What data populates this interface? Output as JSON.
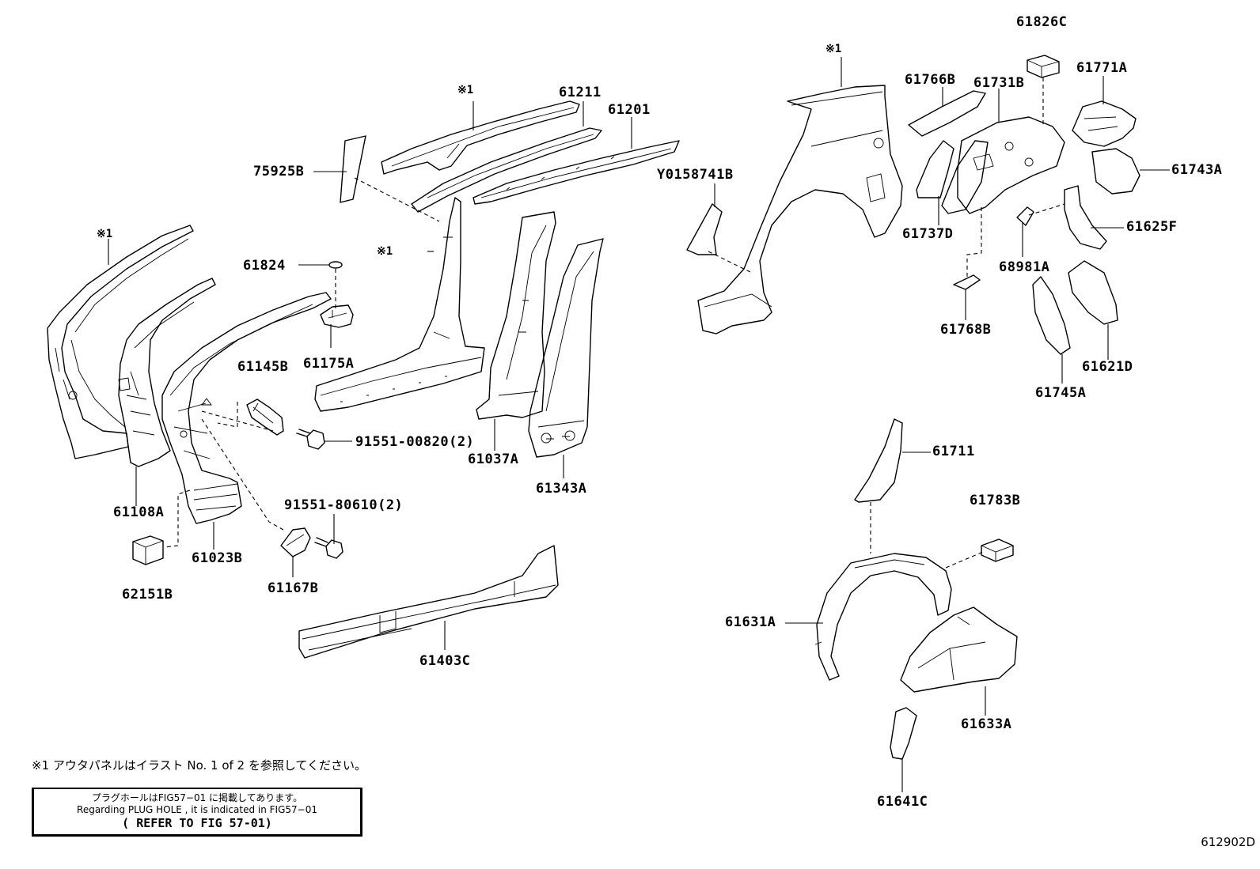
{
  "diagram": {
    "figure_id": "612902D",
    "outer_panel_mark": "※1",
    "footnote": "※1 アウタパネルはイラスト No. 1 of 2 を参照してください。",
    "notebox": {
      "line1": "プラグホールはFIG57−01 に掲載してあります。",
      "line2": "Regarding PLUG HOLE , it is indicated in FIG57−01",
      "line3": "( REFER TO FIG 57-01)"
    },
    "labels": {
      "p61826C": "61826C",
      "p61771A": "61771A",
      "p61766B": "61766B",
      "p61731B": "61731B",
      "p61743A": "61743A",
      "p61625F": "61625F",
      "p68981A": "68981A",
      "p61737D": "61737D",
      "p61768B": "61768B",
      "p61621D": "61621D",
      "p61745A": "61745A",
      "pY0158741B": "Y0158741B",
      "p61211": "61211",
      "p61201": "61201",
      "p75925B": "75925B",
      "p61824": "61824",
      "p61175A": "61175A",
      "p61145B": "61145B",
      "p9155100820": "91551-00820(2)",
      "p9155180610": "91551-80610(2)",
      "p61037A": "61037A",
      "p61343A": "61343A",
      "p61108A": "61108A",
      "p61023B": "61023B",
      "p62151B": "62151B",
      "p61167B": "61167B",
      "p61403C": "61403C",
      "p61711": "61711",
      "p61783B": "61783B",
      "p61631A": "61631A",
      "p61633A": "61633A",
      "p61641C": "61641C"
    }
  }
}
